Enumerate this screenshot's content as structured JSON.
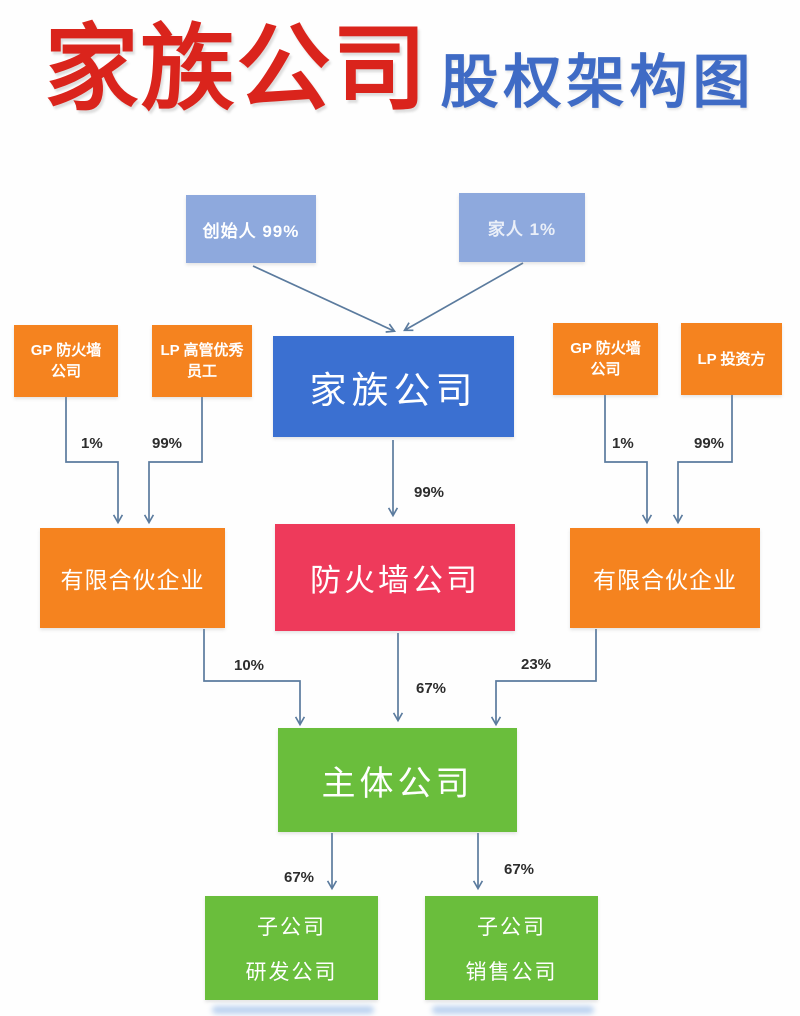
{
  "title": {
    "main": "家族公司",
    "sub": "股权架构图"
  },
  "colors": {
    "title_red": "#da241c",
    "title_blue": "#3f6bc5",
    "light_blue": "#8ea9dd",
    "blue": "#3b70d1",
    "orange": "#f5831f",
    "red": "#ee3a5b",
    "green": "#6abe3c",
    "arrow": "#5b7b9e",
    "label_text": "#2d2d2d"
  },
  "nodes": {
    "founder": {
      "label": "创始人 99%"
    },
    "family": {
      "label": "家人 1%"
    },
    "gp_left": {
      "line1": "GP 防火墙",
      "line2": "公司"
    },
    "lp_left": {
      "line1": "LP 高管优秀",
      "line2": "员工"
    },
    "family_co": {
      "label": "家族公司"
    },
    "gp_right": {
      "line1": "GP 防火墙",
      "line2": "公司"
    },
    "lp_right": {
      "label": "LP 投资方"
    },
    "partnership_left": {
      "label": "有限合伙企业"
    },
    "firewall_co": {
      "label": "防火墙公司"
    },
    "partnership_right": {
      "label": "有限合伙企业"
    },
    "main_co": {
      "label": "主体公司"
    },
    "sub_rd": {
      "line1": "子公司",
      "line2": "研发公司"
    },
    "sub_sales": {
      "line1": "子公司",
      "line2": "销售公司"
    }
  },
  "edge_labels": {
    "gp_left_pct": "1%",
    "lp_left_pct": "99%",
    "gp_right_pct": "1%",
    "lp_right_pct": "99%",
    "family_to_firewall_pct": "99%",
    "partnership_left_to_main_pct": "10%",
    "firewall_to_main_pct": "67%",
    "partnership_right_to_main_pct": "23%",
    "main_to_rd_pct": "67%",
    "main_to_sales_pct": "67%"
  }
}
